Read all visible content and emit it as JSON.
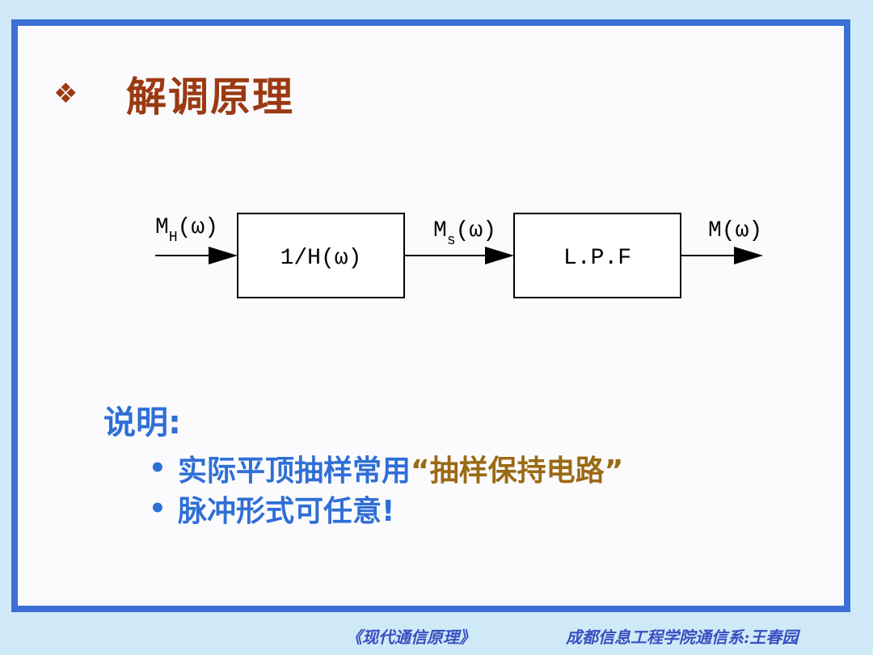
{
  "slide": {
    "title_bullet": "❖",
    "title": "解调原理"
  },
  "diagram": {
    "input_label": "M",
    "input_sub": "H",
    "input_suffix": "(ω)",
    "block1_label": "1/H(ω)",
    "mid_label": "M",
    "mid_sub": "s",
    "mid_suffix": "(ω)",
    "block2_label": "L.P.F",
    "output_label": "M(ω)"
  },
  "notes": {
    "heading": "说明:",
    "item1_bullet": "•",
    "item1_main": "实际平顶抽样常用",
    "item1_quote": "“抽样保持电路”",
    "item2_bullet": "•",
    "item2_text": "脉冲形式可任意!"
  },
  "footer": {
    "book": "《现代通信原理》",
    "credit": "成都信息工程学院通信系:王春园"
  }
}
